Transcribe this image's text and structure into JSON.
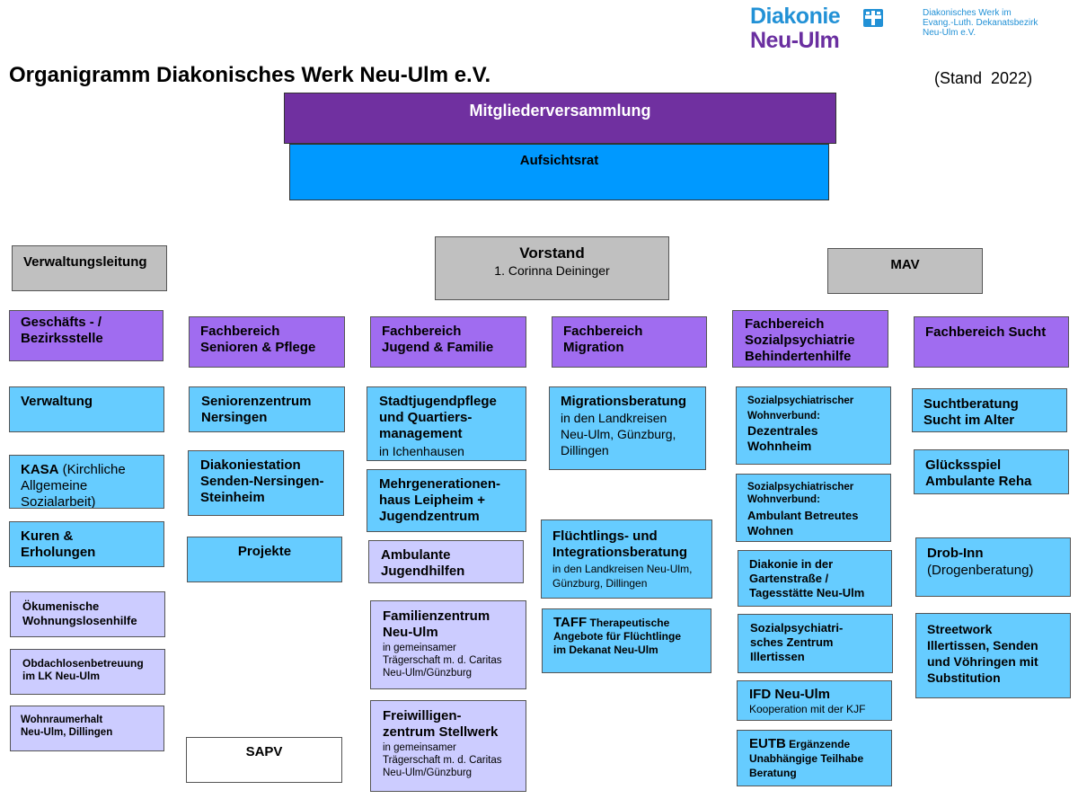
{
  "logo": {
    "word1": "Diakonie",
    "word2": "Neu-Ulm",
    "sub1": "Diakonisches Werk im",
    "sub2": "Evang.-Luth. Dekanatsbezirk",
    "sub3": "Neu-Ulm e.V.",
    "colors": {
      "blue": "#2291d6",
      "purple": "#6a2fa0"
    }
  },
  "title": "Organigramm Diakonisches Werk Neu-Ulm e.V.",
  "stand": "(Stand  2022)",
  "top": {
    "mitglieder": "Mitgliederversammlung",
    "aufsichtsrat": "Aufsichtsrat"
  },
  "level2": {
    "verwaltungsleitung": "Verwaltungsleitung",
    "vorstand_title": "Vorstand",
    "vorstand_name": "1. Corinna Deininger",
    "mav": "MAV"
  },
  "col1": {
    "header": "Geschäfts - /\nBezirksstelle",
    "verwaltung": "Verwaltung",
    "kasa_bold": "KASA",
    "kasa_rest": " (Kirchliche\nAllgemeine\nSozialarbeit)",
    "kuren": "Kuren &\nErholungen",
    "oekumen": "Ökumenische\nWohnungslosenhilfe",
    "obdach": "Obdachlosenbetreuung\nim LK Neu-Ulm",
    "wohnraum": "Wohnraumerhalt\nNeu-Ulm, Dillingen"
  },
  "col2": {
    "header": "Fachbereich\nSenioren & Pflege",
    "seniorenzentrum": "Seniorenzentrum\nNersingen",
    "diakoniestation": "Diakoniestation\nSenden-Nersingen-\nSteinheim",
    "projekte": "Projekte",
    "sapv": "SAPV"
  },
  "col3": {
    "header": "Fachbereich\nJugend & Familie",
    "stadtjugend_bold": "Stadtjugendpflege\nund Quartiers-\nmanagement",
    "stadtjugend_reg": "in Ichenhausen",
    "mehrgen": "Mehrgenerationen-\nhaus Leipheim +\nJugendzentrum",
    "ambulante": "Ambulante\nJugendhilfen",
    "familien_bold": "Familienzentrum\nNeu-Ulm",
    "familien_reg": "in gemeinsamer\nTrägerschaft m. d. Caritas\nNeu-Ulm/Günzburg",
    "freiwillig_bold": "Freiwilligen-\nzentrum Stellwerk",
    "freiwillig_reg": "in gemeinsamer\nTrägerschaft m. d. Caritas\nNeu-Ulm/Günzburg"
  },
  "col4": {
    "header": "Fachbereich\nMigration",
    "migberatung_bold": "Migrationsberatung",
    "migberatung_reg": "in den Landkreisen\nNeu-Ulm, Günzburg,\nDillingen",
    "fluecht_bold": "Flüchtlings- und\nIntegrationsberatung",
    "fluecht_reg": "in den Landkreisen Neu-Ulm,\nGünzburg, Dillingen",
    "taff_bold": "TAFF",
    "taff_rest": " Therapeutische\nAngebote für Flüchtlinge\nim Dekanat Neu-Ulm"
  },
  "col5": {
    "header": "Fachbereich\nSozialpsychiatrie\nBehindertenhilfe",
    "wv1_small": "Sozialpsychiatrischer\nWohnverbund:",
    "wv1_big": "Dezentrales\nWohnheim",
    "wv2_small": "Sozialpsychiatrischer\nWohnverbund:",
    "wv2_big": "Ambulant Betreutes\nWohnen",
    "garten": "Diakonie in der\nGartenstraße /\nTagesstätte Neu-Ulm",
    "spz": "Sozialpsychiatri-\nsches Zentrum\nIllertissen",
    "ifd_bold": "IFD Neu-Ulm",
    "ifd_reg": "Kooperation mit der KJF",
    "eutb_bold": "EUTB",
    "eutb_rest": " Ergänzende\nUnabhängige Teilhabe\nBeratung"
  },
  "col6": {
    "header": "Fachbereich Sucht",
    "suchtberatung": "Suchtberatung\nSucht im Alter",
    "gluecksspiel": "Glücksspiel\nAmbulante Reha",
    "drob_bold": "Drob-Inn",
    "drob_reg": "(Drogenberatung)",
    "streetwork": "Streetwork\nIllertissen, Senden\nund Vöhringen mit\nSubstitution"
  }
}
